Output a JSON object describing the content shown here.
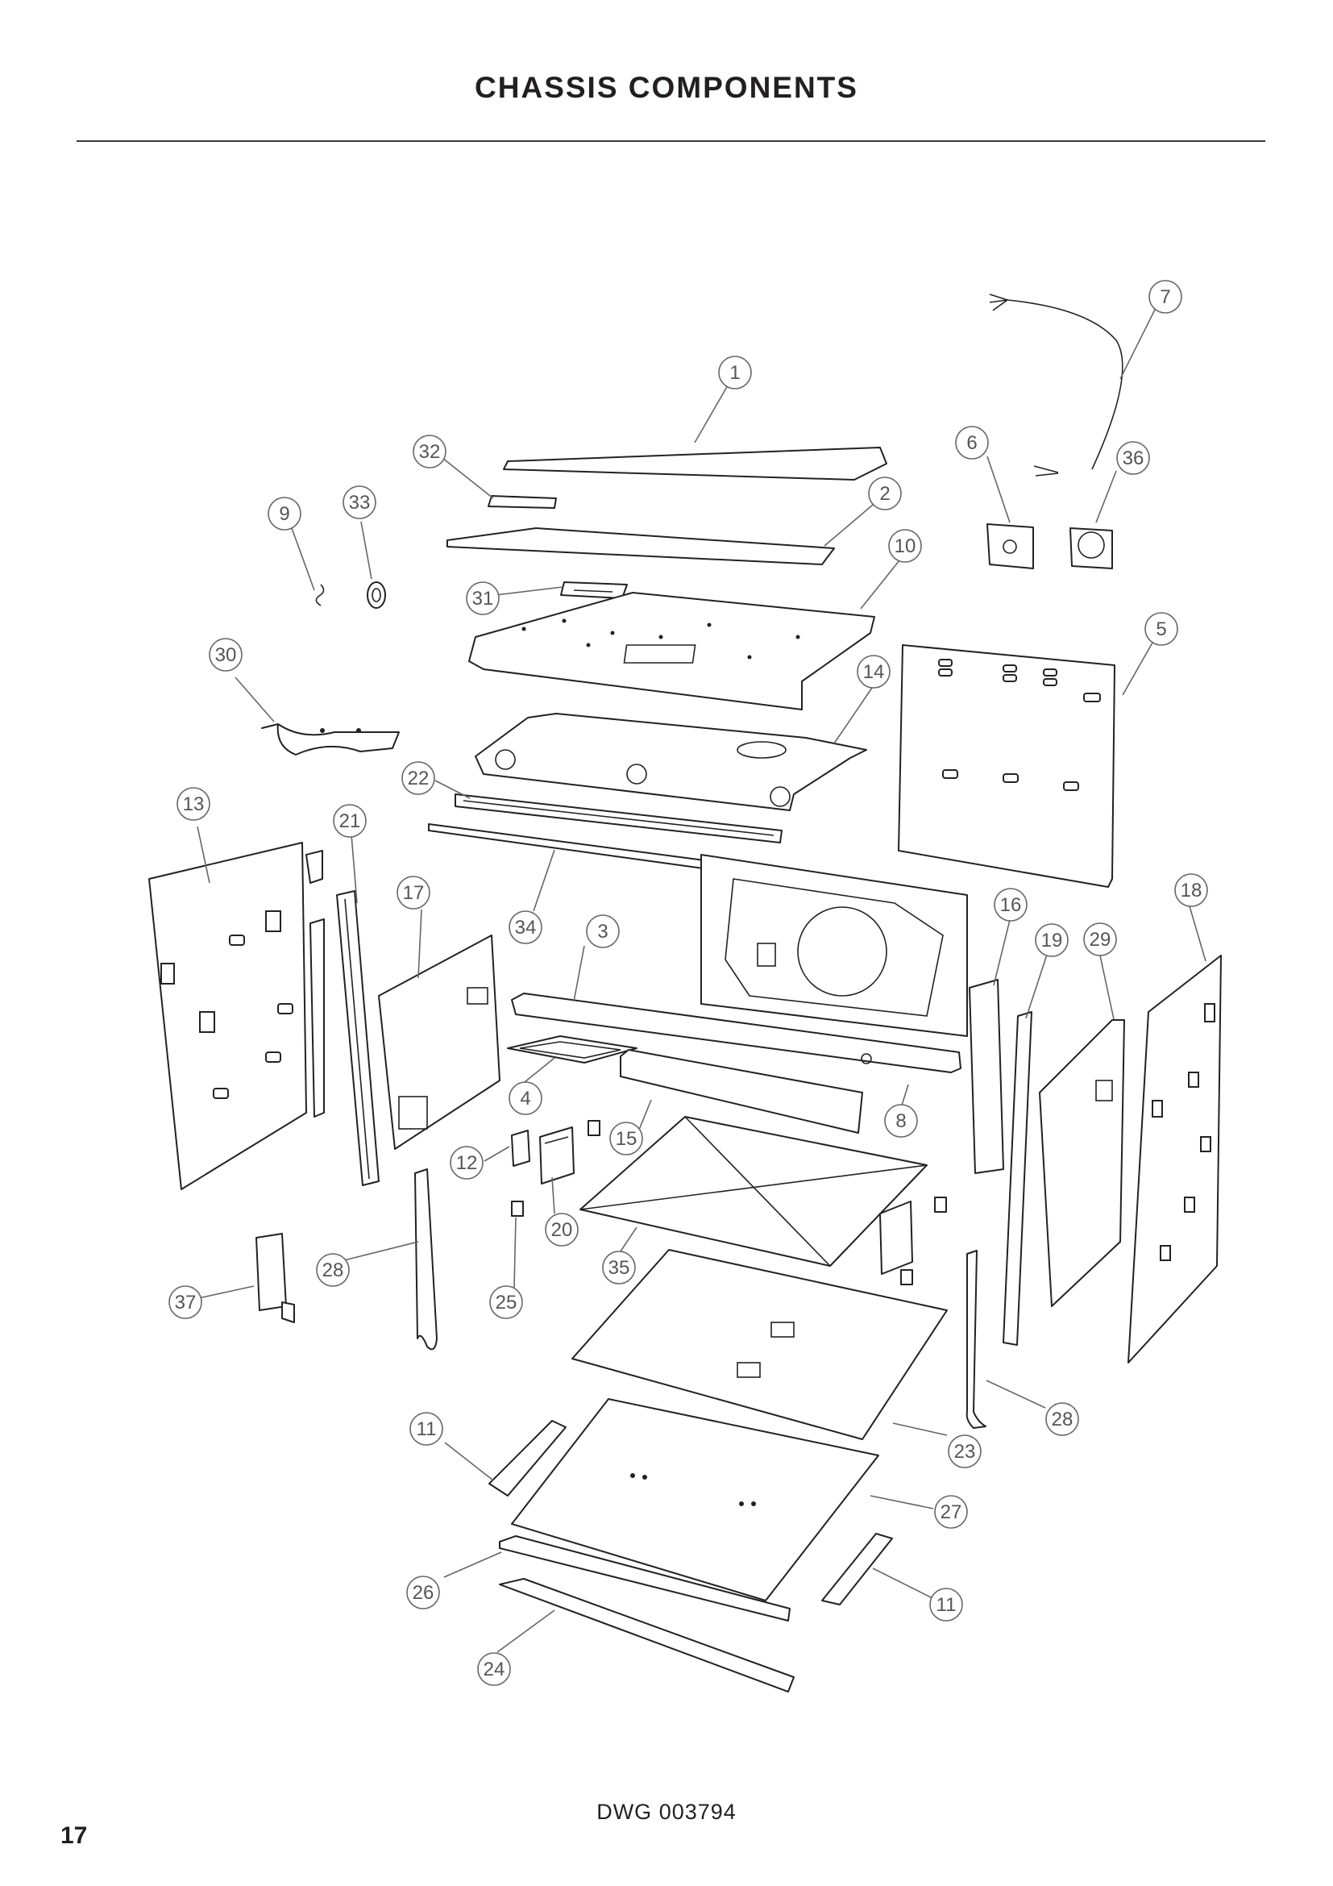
{
  "page": {
    "title": "CHASSIS COMPONENTS",
    "drawing_number": "DWG 003794",
    "page_number": "17"
  },
  "callouts": {
    "c1": "1",
    "c2": "2",
    "c3": "3",
    "c4": "4",
    "c5": "5",
    "c6": "6",
    "c7": "7",
    "c8": "8",
    "c9": "9",
    "c10": "10",
    "c11a": "11",
    "c11b": "11",
    "c12": "12",
    "c13": "13",
    "c14": "14",
    "c15": "15",
    "c16": "16",
    "c17": "17",
    "c18": "18",
    "c19": "19",
    "c20": "20",
    "c21": "21",
    "c22": "22",
    "c23": "23",
    "c24": "24",
    "c25": "25",
    "c26": "26",
    "c27": "27",
    "c28a": "28",
    "c28b": "28",
    "c29": "29",
    "c30": "30",
    "c31": "31",
    "c32": "32",
    "c33": "33",
    "c34": "34",
    "c35": "35",
    "c36": "36",
    "c37": "37"
  }
}
